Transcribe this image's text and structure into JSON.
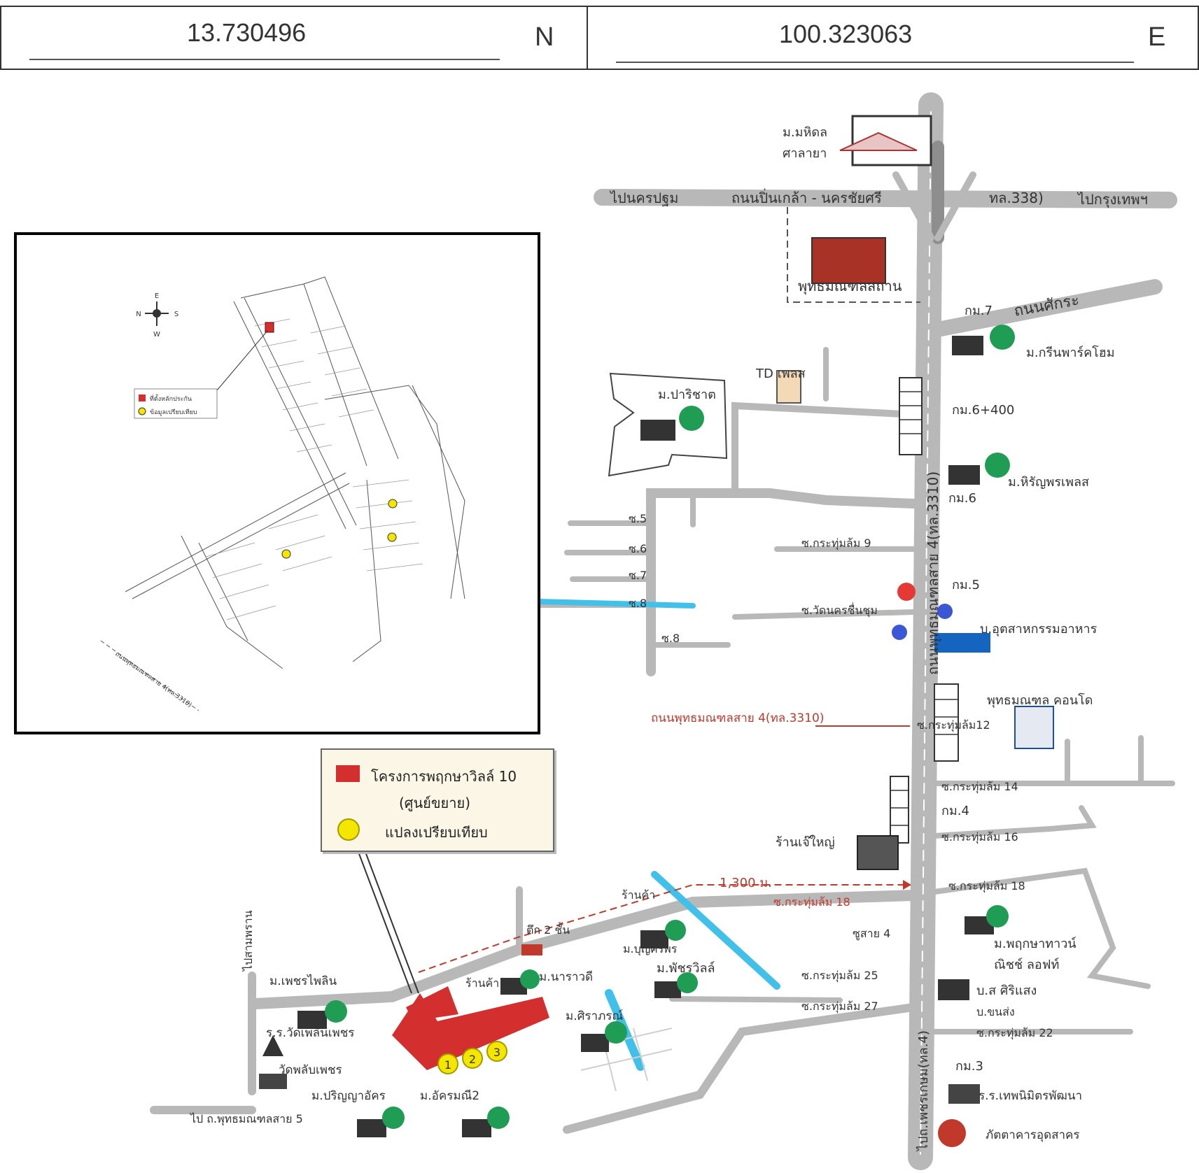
{
  "coords": {
    "lat": "13.730496",
    "lat_unit": "N",
    "lon": "100.323063",
    "lon_unit": "E"
  },
  "roads": {
    "main_h": "ถนนปิ่นเกล้า - นครชัยศรี",
    "main_h_code": "ทล.338)",
    "to_nakhon": "ไปนครปฐม",
    "to_bkk": "ไปกรุงเทพฯ",
    "sakkra": "ถนนศักระ",
    "main_v": "ถนนพุทธมณฑลสาย 4(ทล.3310)",
    "main_v_red": "ถนนพุทธมณฑลสาย 4(ทล.3310)",
    "petchkasem": "ไปถ.เพชรเกษม(ทล.4)",
    "to_phutthamonthon5": "ไป ถ.พุทธมณฑลสาย 5",
    "to_sampran": "ไปสามพราน",
    "distance": "1,300 ม.",
    "km7": "กม.7",
    "km6400": "กม.6+400",
    "km6": "กม.6",
    "km5": "กม.5",
    "km4": "กม.4",
    "km3": "กม.3",
    "s5": "ซ.5",
    "s6": "ซ.6",
    "s7": "ซ.7",
    "s8": "ซ.8",
    "s8a": "ซ.8",
    "sk9": "ซ.กระทุ่มล้ม 9",
    "swat": "ซ.วัดนครชื่นชุม",
    "sk12": "ซ.กระทุ่มล้ม12",
    "sk14": "ซ.กระทุ่มล้ม 14",
    "sk16": "ซ.กระทุ่มล้ม 16",
    "sk18": "ซ.กระทุ่มล้ม 18",
    "sk18b": "ซ.กระทุ่มล้ม 18",
    "sk25": "ซ.กระทุ่มล้ม 25",
    "sk27": "ซ.กระทุ่มล้ม 27",
    "sk22": "ซ.กระทุ่มล้ม 22",
    "sukhumwit4": "ซูสาย 4"
  },
  "places": {
    "mahidol": "ม.มหิดล",
    "salaya": "ศาลายา",
    "phutthamonthon": "พุทธมณฑลสถาน",
    "green_park": "ม.กรีนพาร์คโฮม",
    "td": "TD เพลส",
    "parichat": "ม.ปาริชาต",
    "hiranya": "ม.หิรัญพรเพลส",
    "factory": "บ.อุตสาหกรรมอาหาร",
    "condo": "พุทธมณฑล คอนโด",
    "shop": "ร้านเจ๊ใหญ่",
    "shop2": "ร้านค้า",
    "shop3": "ร้านค้า",
    "building2": "ตึก 2 ชั้น",
    "bunsri": "ม.บุญศรีพร",
    "pruksa_town": "ม.พฤกษาทาวน์",
    "pruksa_town2": "ณิชช์ ลอฟท์",
    "bosri": "บ.ส ศิริแสง",
    "bkhonsong": "บ.ขนส่ง",
    "phetphlin": "ม.เพชรไพลิน",
    "narawadee": "ม.นาราวดี",
    "pattra": "ม.พัชรวิลล์",
    "siraporn": "ม.ศิราภรณ์",
    "school": "ร.ร.วัดเพลินเพชร",
    "wat": "วัดพลับเพชร",
    "parinya": "ม.ปริญญาอัคร",
    "atcharapol": "ม.อัครมณี2",
    "school2": "ร.ร.เทพนิมิตรพัฒนา",
    "restaurant": "ภัตตาคารอุดสาคร"
  },
  "legend": {
    "project": "โครงการพฤกษาวิลล์ 10",
    "project_sub": "(ศูนย์ขยาย)",
    "compare": "แปลงเปรียบเทียบ"
  },
  "inset": {
    "legend_site": "ที่ตั้งหลักประกัน",
    "legend_compare": "ข้อมูลเปรียบเทียบ",
    "road_label": "ถนนพุทธมณฑลสาย 4(ทล.3310)",
    "compass_n": "N",
    "compass_s": "S",
    "compass_e": "E",
    "compass_w": "W"
  },
  "markers": [
    "1",
    "2",
    "3"
  ],
  "colors": {
    "road": "#b8b8b8",
    "project": "#d32f2f",
    "compare": "#f5e600",
    "water": "#41c0ea",
    "tree": "#1f9d55"
  }
}
